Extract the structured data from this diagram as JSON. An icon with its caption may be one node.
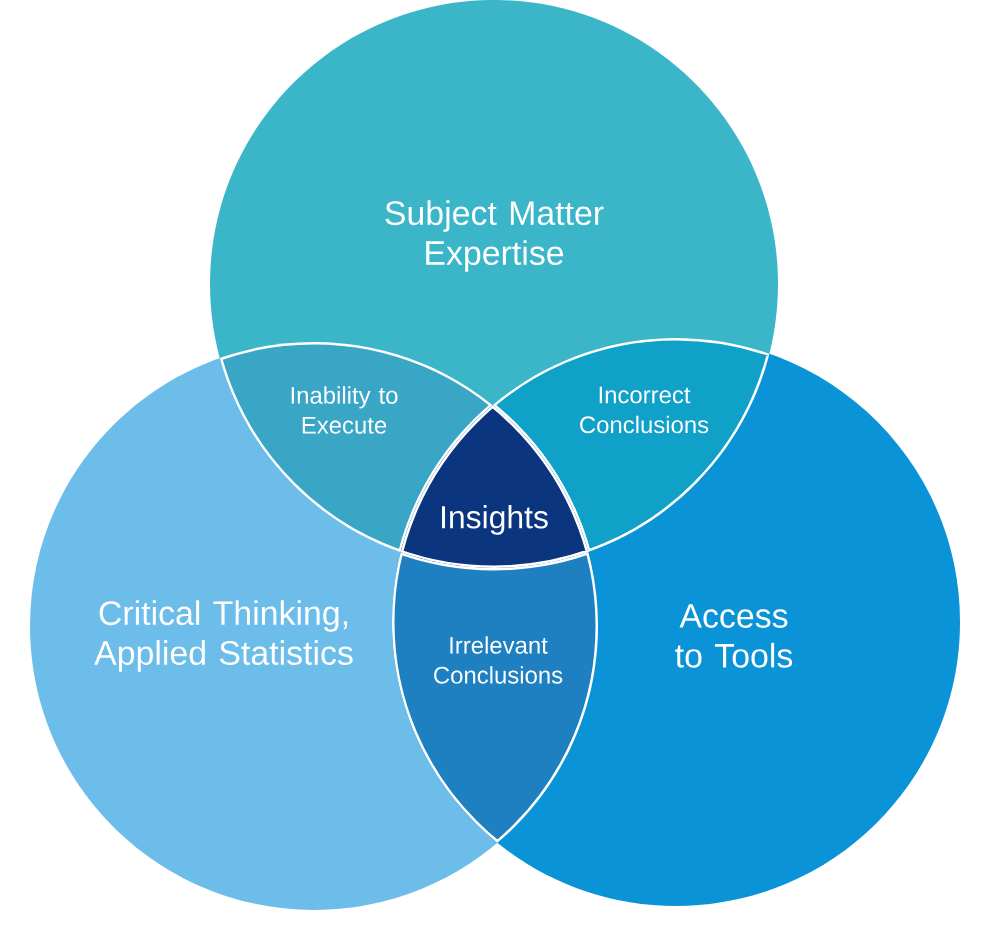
{
  "diagram": {
    "nodes": [
      {
        "text": [
          "Subject Matter Expertise"
        ]
      },
      {
        "text": [
          "Critical Thinking, Applied Statistics"
        ]
      },
      {
        "text": [
          "Access to Tools"
        ]
      },
      {
        "text": [
          "Inability to Execute"
        ]
      },
      {
        "text": [
          "Incorrect Conclusions"
        ]
      },
      {
        "text": [
          "Insights"
        ]
      },
      {
        "text": [
          "Irrelevant Conclusions"
        ]
      }
    ]
  }
}
